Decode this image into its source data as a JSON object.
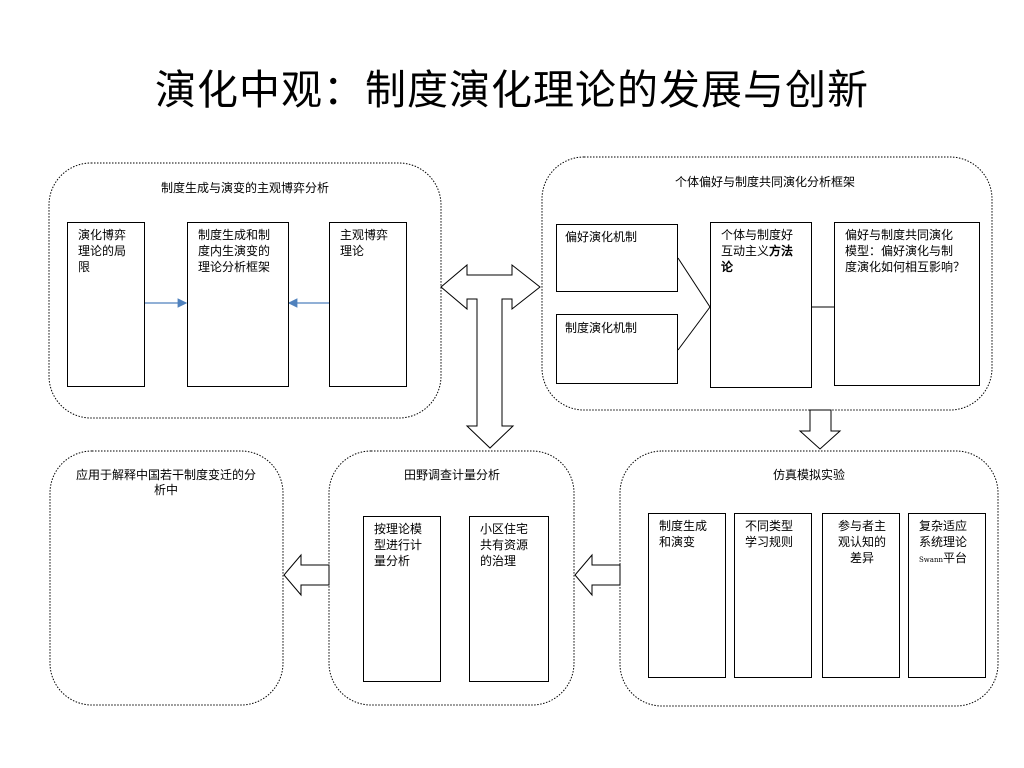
{
  "title": "演化中观：制度演化理论的发展与创新",
  "panels": {
    "game": {
      "heading": "制度生成与演变的主观博弈分析",
      "boxes": [
        {
          "lines": [
            "演化博弈",
            "理论的局",
            "限"
          ]
        },
        {
          "lines": [
            "制度生成和制",
            "度内生演变的",
            "理论分析框架"
          ]
        },
        {
          "lines": [
            "主观博弈",
            "理论"
          ]
        }
      ]
    },
    "preference": {
      "heading": "个体偏好与制度共同演化分析框架",
      "boxes": [
        {
          "lines": [
            "偏好演化机制"
          ]
        },
        {
          "lines": [
            "制度演化机制"
          ]
        },
        {
          "lines": [
            "个体与制度好",
            "互动主义",
            "论"
          ],
          "bold_suffix": "方法"
        },
        {
          "lines": [
            "偏好与制度共同演化",
            "模型：偏好演化与制",
            "度演化如何相互影响？"
          ]
        }
      ]
    },
    "application": {
      "heading_lines": [
        "应用于解释中国若干制度变迁的分",
        "析中"
      ]
    },
    "field": {
      "heading": "田野调查计量分析",
      "boxes": [
        {
          "lines": [
            "按理论模",
            "型进行计",
            "量分析"
          ]
        },
        {
          "lines": [
            "小区住宅",
            "共有资源",
            "的治理"
          ]
        }
      ]
    },
    "simulation": {
      "heading": "仿真模拟实验",
      "boxes": [
        {
          "lines": [
            "制度生成",
            "和演变"
          ]
        },
        {
          "lines": [
            "不同类型",
            "学习规则"
          ]
        },
        {
          "lines": [
            "参与者主",
            "观认知的",
            "差异"
          ]
        },
        {
          "lines": [
            "复杂适应",
            "系统理论"
          ],
          "small_prefix": "Swann",
          "last_line": "平台"
        }
      ]
    }
  },
  "colors": {
    "connector_arrow": "#4f81bd",
    "stroke": "#000000",
    "panel_border": "#000000"
  }
}
